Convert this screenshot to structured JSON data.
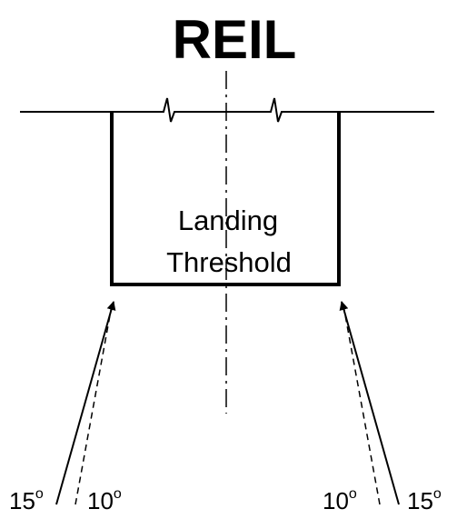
{
  "title": "REIL",
  "threshold_label_line1": "Landing",
  "threshold_label_line2": "Threshold",
  "left_angles": {
    "outer": "15",
    "inner": "10"
  },
  "right_angles": {
    "inner": "10",
    "outer": "15"
  },
  "degree_symbol": "o"
}
